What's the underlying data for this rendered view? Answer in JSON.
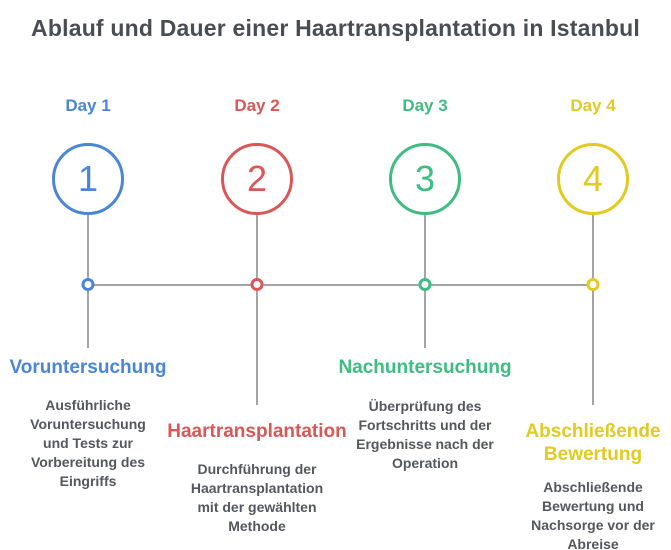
{
  "title": "Ablauf und Dauer einer Haartransplantation in Istanbul",
  "colors": {
    "title_text": "#4a4e53",
    "body_text": "#54575c",
    "line": "#a5a5a5",
    "blue": "#4a86d8",
    "red": "#db5757",
    "green": "#3dbd82",
    "yellow": "#e2ca20"
  },
  "steps": [
    {
      "day": "Day 1",
      "number": "1",
      "color": "#4a86d8",
      "label": "Voruntersuchung",
      "description": "Ausführliche\nVoruntersuchung\nund Tests zur\nVorbereitung des\nEingriffs"
    },
    {
      "day": "Day 2",
      "number": "2",
      "color": "#db5757",
      "label": "Haartransplantation",
      "description": "Durchführung der\nHaartransplantation\nmit der gewählten\nMethode"
    },
    {
      "day": "Day 3",
      "number": "3",
      "color": "#3dbd82",
      "label": "Nachuntersuchung",
      "description": "Überprüfung des\nFortschritts und der\nErgebnisse nach der\nOperation"
    },
    {
      "day": "Day 4",
      "number": "4",
      "color": "#e2ca20",
      "label": "Abschließende\nBewertung",
      "description": "Abschließende\nBewertung und\nNachsorge vor der\nAbreise"
    }
  ]
}
